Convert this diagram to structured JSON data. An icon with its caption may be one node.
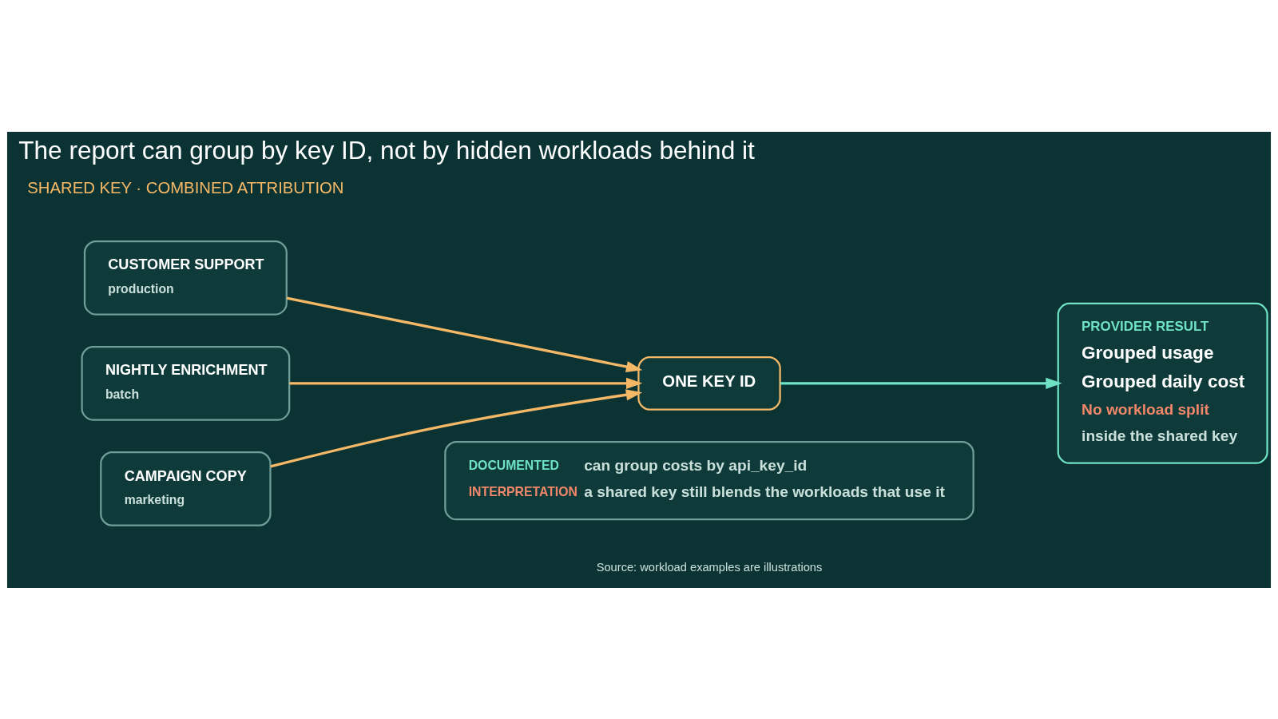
{
  "diagram": {
    "title": "The report can group by key ID, not by hidden workloads behind it",
    "caption": "Source: workload examples are illustrations",
    "nodes": [
      {
        "text": [
          "CUSTOMER SUPPORT",
          "production"
        ]
      },
      {
        "text": [
          "NIGHTLY ENRICHMENT",
          "batch"
        ]
      },
      {
        "text": [
          "CAMPAIGN COPY",
          "marketing"
        ]
      },
      {
        "text": [
          "ONE KEY ID"
        ]
      },
      {
        "text": [
          "PROVIDER RESULT",
          "Grouped usage",
          "Grouped daily cost",
          "No workload split",
          "inside the shared key"
        ]
      },
      {
        "text": [
          "DOCUMENTED",
          "can group costs by api_key_id",
          "INTERPRETATION",
          "a shared key still blends the workloads that use it"
        ]
      }
    ],
    "edges": [
      {
        "from": 0,
        "to": 3,
        "arrow": "to"
      },
      {
        "from": 1,
        "to": 3,
        "arrow": "to"
      },
      {
        "from": 2,
        "to": 3,
        "arrow": "to"
      },
      {
        "from": 3,
        "to": 4,
        "arrow": "to",
        "color": "#6fe3c4"
      }
    ],
    "labels": [
      "SHARED KEY · COMBINED ATTRIBUTION"
    ]
  }
}
